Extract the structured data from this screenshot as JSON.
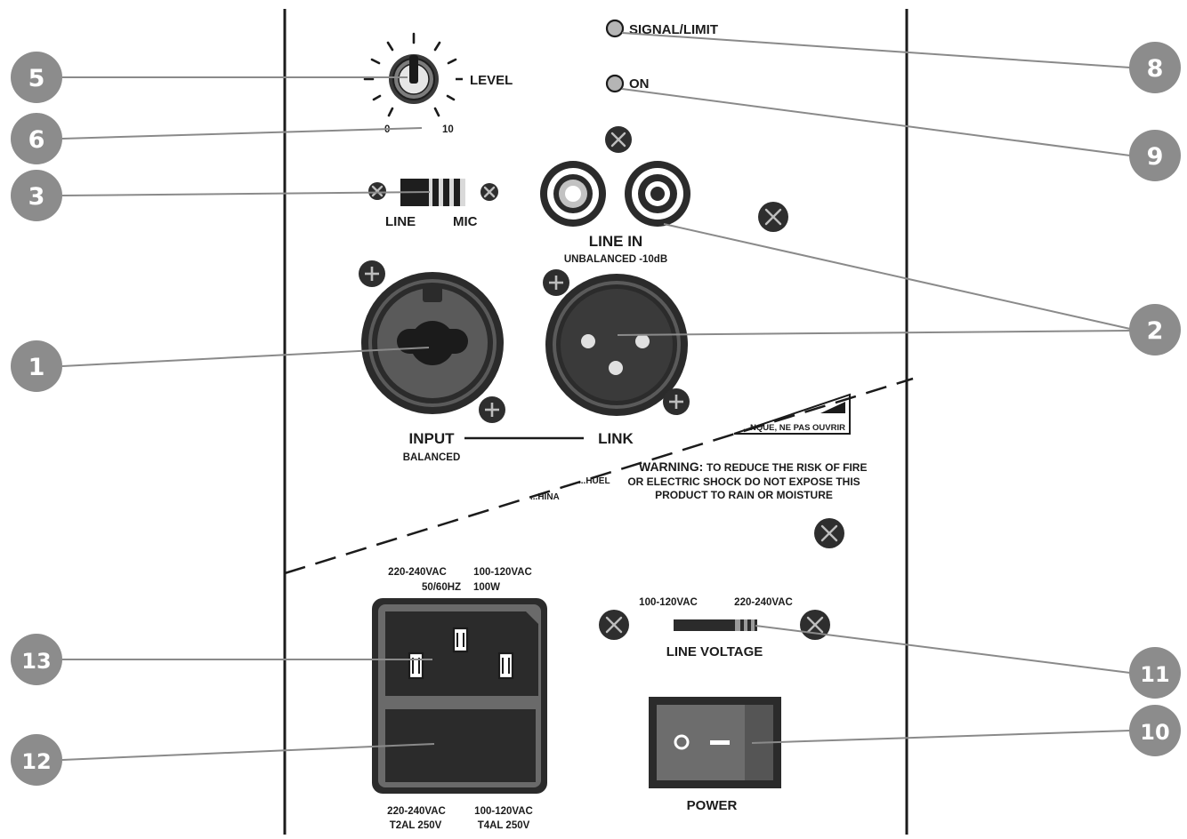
{
  "panel": {
    "level_label": "LEVEL",
    "level_min": "0",
    "level_max": "10",
    "switch_line": "LINE",
    "switch_mic": "MIC",
    "signal_limit_label": "SIGNAL/LIMIT",
    "on_label": "ON",
    "line_in_label": "LINE IN",
    "line_in_sub": "UNBALANCED -10dB",
    "input_label": "INPUT",
    "input_sub": "BALANCED",
    "link_label": "LINK",
    "warning_fr_fragment": "...NQUE, NE PAS OUVRIR",
    "warning_title": "WARNING:",
    "warning_line1": "TO REDUCE THE RISK OF FIRE",
    "warning_line2": "OR ELECTRIC SHOCK DO NOT EXPOSE THIS",
    "warning_line3": "PRODUCT TO RAIN OR MOISTURE",
    "hidden_fragment1": "...HUEL",
    "hidden_fragment2": "...HINA",
    "power_rating_hv": "220-240VAC",
    "power_rating_freq": "50/60HZ",
    "power_rating_lv": "100-120VAC",
    "power_rating_watts": "100W",
    "voltage_low": "100-120VAC",
    "voltage_high": "220-240VAC",
    "line_voltage_label": "LINE VOLTAGE",
    "fuse_hv": "220-240VAC",
    "fuse_hv_rating": "T2AL 250V",
    "fuse_lv": "100-120VAC",
    "fuse_lv_rating": "T4AL 250V",
    "power_label": "POWER"
  },
  "callouts": [
    {
      "number": "5"
    },
    {
      "number": "6"
    },
    {
      "number": "3"
    },
    {
      "number": "1"
    },
    {
      "number": "13"
    },
    {
      "number": "12"
    },
    {
      "number": "8"
    },
    {
      "number": "9"
    },
    {
      "number": "2"
    },
    {
      "number": "11"
    },
    {
      "number": "10"
    }
  ],
  "colors": {
    "badge": "#8c8c8c",
    "ink": "#1b1b1b",
    "led": "#b5b5b5",
    "connector_dark": "#2b2b2b",
    "connector_mid": "#5a5a5a"
  }
}
